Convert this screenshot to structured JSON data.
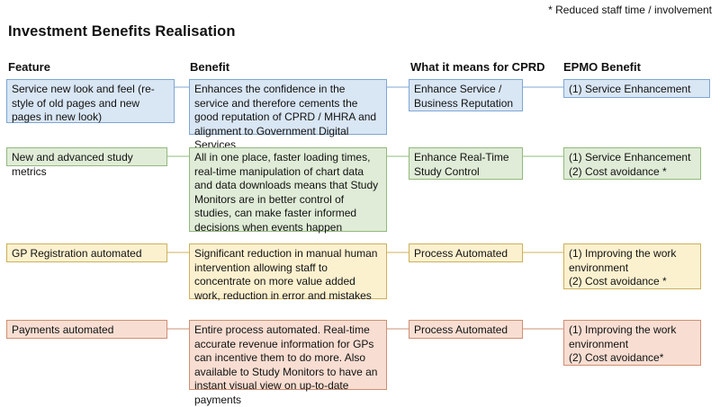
{
  "note": "* Reduced staff time / involvement",
  "title": "Investment Benefits Realisation",
  "headers": {
    "feature": "Feature",
    "benefit": "Benefit",
    "means": "What it means for CPRD",
    "epmo": "EPMO Benefit"
  },
  "rows": [
    {
      "color": "#d9e6f4",
      "feature": "Service new look and feel (re-style of old pages and new pages in new look)",
      "benefit": "Enhances the confidence in the service and therefore cements the good reputation of CPRD / MHRA and alignment to Government Digital Services",
      "means": "Enhance Service / Business Reputation",
      "epmo": [
        "(1) Service Enhancement"
      ]
    },
    {
      "color": "#e0ecd7",
      "feature": "New and advanced  study metrics",
      "benefit": "All in one place, faster loading times, real-time manipulation of chart data and data downloads means that Study Monitors are in better control of studies, can make faster informed decisions when events happen",
      "means": "Enhance Real-Time Study Control",
      "epmo": [
        "(1) Service Enhancement",
        "(2) Cost avoidance *"
      ]
    },
    {
      "color": "#fcf1cf",
      "feature": "GP Registration automated",
      "benefit": "Significant reduction in manual human intervention allowing staff to concentrate on more value added work, reduction in error and mistakes",
      "means": "Process Automated",
      "epmo": [
        "(1) Improving the work environment",
        "(2) Cost avoidance *"
      ]
    },
    {
      "color": "#f8ded2",
      "feature": "Payments automated",
      "benefit": "Entire process automated.  Real-time accurate revenue information for GPs can incentive them to do more.  Also available to Study Monitors to have an instant visual view on up-to-date payments",
      "means": "Process Automated",
      "epmo": [
        "(1) Improving the work environment",
        "(2) Cost avoidance*"
      ]
    }
  ]
}
